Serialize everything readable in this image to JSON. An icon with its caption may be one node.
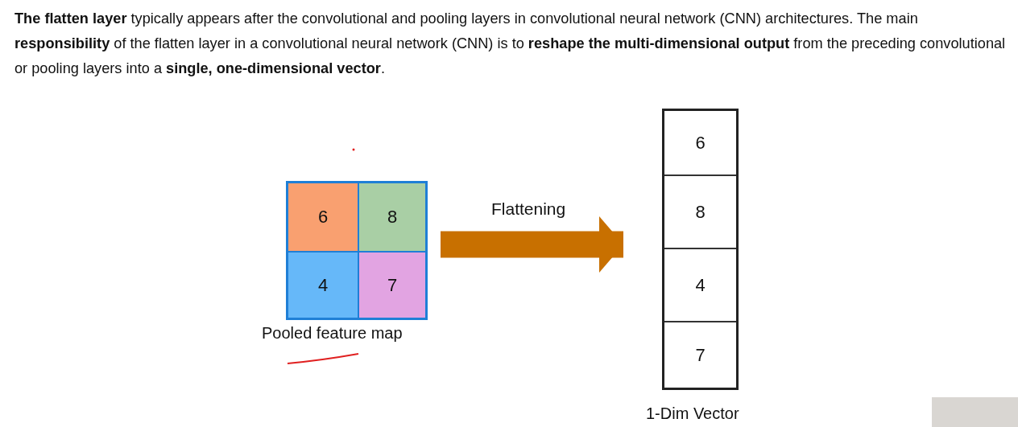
{
  "diagram": {
    "title": "**The flatten layer** typically appears after the convolutional and pooling layers in convolutional neural network (CNN) architectures. The main **responsibility** of the flatten layer in a convolutional neural network (CNN) is to **reshape the multi-dimensional output** from the preceding convolutional or pooling layers into a **single, one-dimensional vector**.",
    "nodes": [
      {
        "text": [],
        "shape": "box",
        "beside": [
          "Pooled feature map"
        ]
      },
      {
        "text": [
          "6"
        ],
        "in": 0
      },
      {
        "text": [
          "8"
        ],
        "in": 0
      },
      {
        "text": [
          "4"
        ],
        "in": 0
      },
      {
        "text": [
          "7"
        ],
        "in": 0
      },
      {
        "text": [],
        "shape": "box",
        "beside": [
          "1-Dim Vector"
        ]
      },
      {
        "text": [
          "6"
        ],
        "in": 5
      },
      {
        "text": [
          "8"
        ],
        "in": 5
      },
      {
        "text": [
          "4"
        ],
        "in": 5
      },
      {
        "text": [
          "7"
        ],
        "in": 5
      }
    ],
    "edges": [
      {
        "from": 0,
        "to": 5,
        "arrow": "to",
        "label": "Flattening",
        "color": "#c87000"
      }
    ]
  }
}
